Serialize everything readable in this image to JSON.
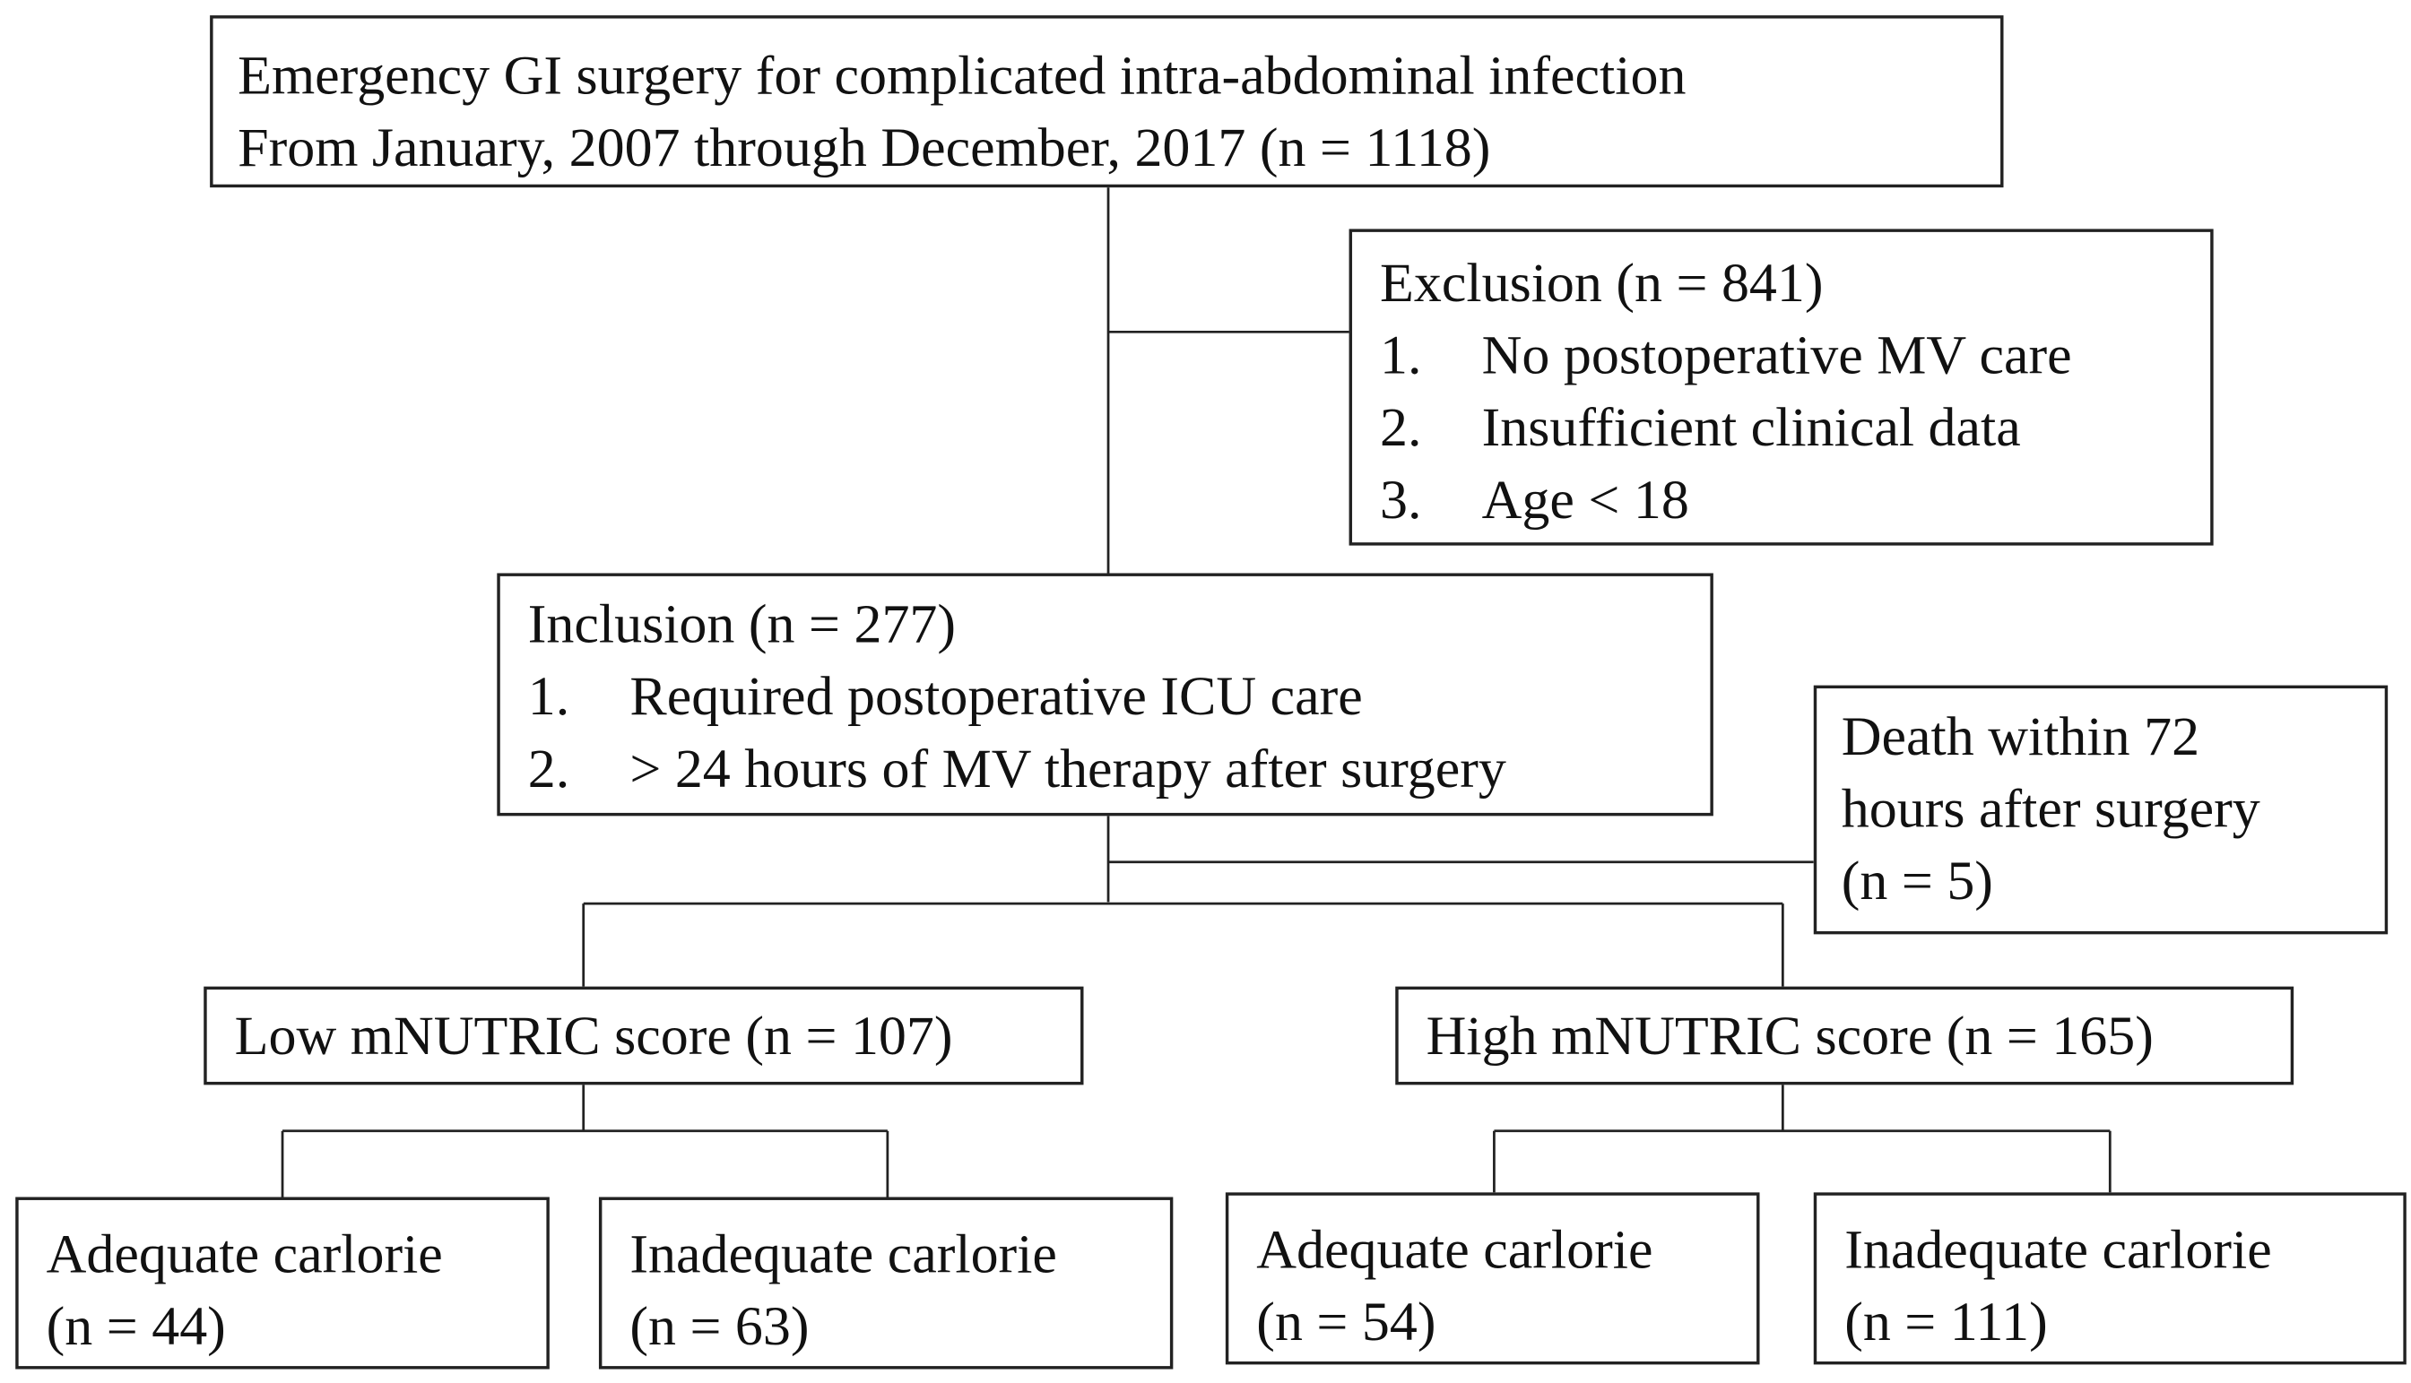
{
  "source": {
    "line1": "Emergency GI surgery for complicated intra-abdominal infection",
    "line2": "From January, 2007 through December, 2017 (n = 1118)"
  },
  "exclusion": {
    "title": "Exclusion (n = 841)",
    "items": [
      {
        "num": "1.",
        "text": "No postoperative MV care"
      },
      {
        "num": "2.",
        "text": "Insufficient clinical data"
      },
      {
        "num": "3.",
        "text": "Age < 18"
      }
    ]
  },
  "inclusion": {
    "title": "Inclusion (n = 277)",
    "items": [
      {
        "num": "1.",
        "text": "Required postoperative ICU care"
      },
      {
        "num": "2.",
        "text": "> 24 hours of MV therapy after surgery"
      }
    ]
  },
  "death": {
    "line1": "Death within 72",
    "line2": "hours after surgery",
    "line3": "(n = 5)"
  },
  "low_group": {
    "label": "Low mNUTRIC score (n = 107)"
  },
  "high_group": {
    "label": "High mNUTRIC score (n = 165)"
  },
  "low_adequate": {
    "line1": "Adequate carlorie",
    "line2": "(n = 44)"
  },
  "low_inadequate": {
    "line1": "Inadequate carlorie",
    "line2": "(n = 63)"
  },
  "high_adequate": {
    "line1": "Adequate carlorie",
    "line2": "(n = 54)"
  },
  "high_inadequate": {
    "line1": "Inadequate carlorie",
    "line2": "(n = 111)"
  }
}
